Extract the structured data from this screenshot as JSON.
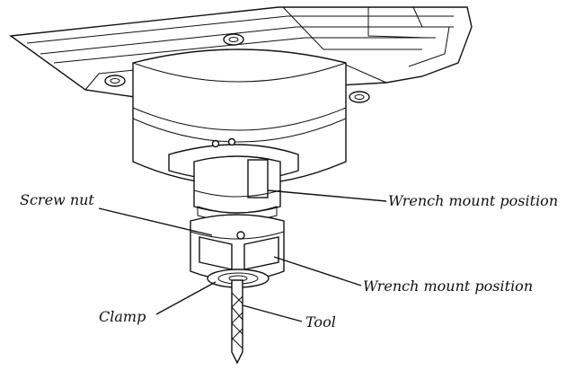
{
  "labels": {
    "screw_nut": "Screw nut",
    "wrench_mount_upper": "Wrench mount position",
    "wrench_mount_lower": "Wrench mount position",
    "clamp": "Clamp",
    "tool": "Tool"
  }
}
